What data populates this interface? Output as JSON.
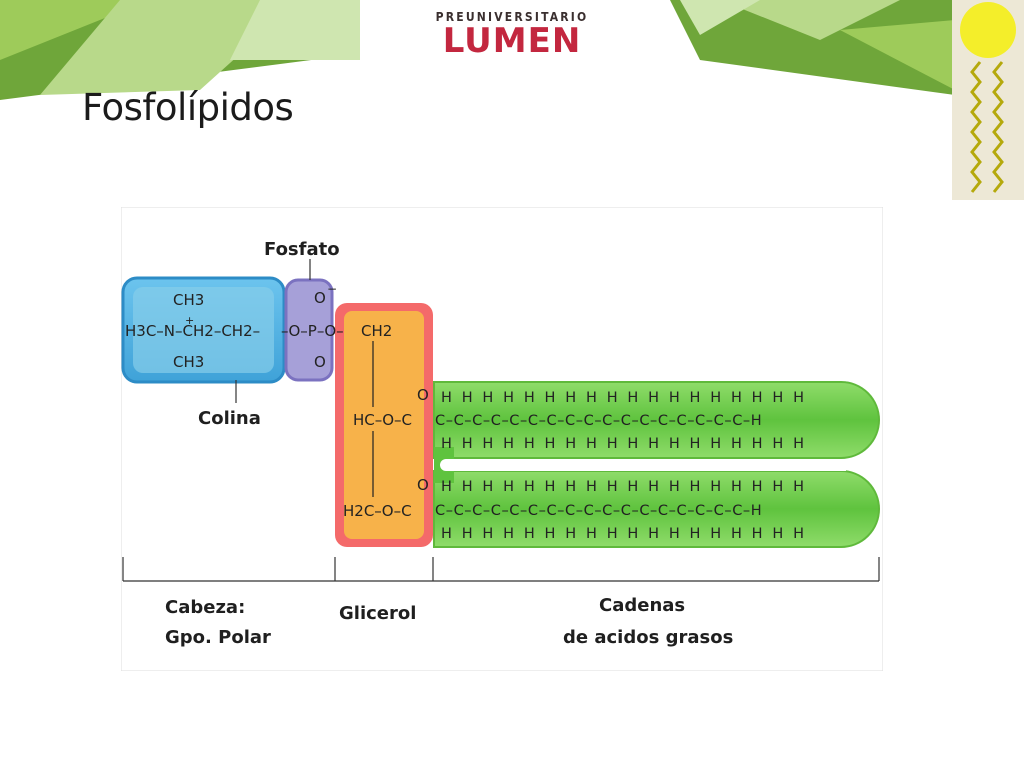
{
  "logo": {
    "top_text": "PREUNIVERSITARIO",
    "main_text": "LUMEN"
  },
  "slide": {
    "title": "Fosfolípidos"
  },
  "diagram": {
    "labels": {
      "fosfato": "Fosfato",
      "colina": "Colina",
      "cabeza_1": "Cabeza:",
      "cabeza_2": "Gpo. Polar",
      "glicerol": "Glicerol",
      "cadenas_1": "Cadenas",
      "cadenas_2": "de acidos grasos"
    },
    "choline": {
      "top_ch3": "CH3",
      "chain": "H3C–N–CH2–CH2–",
      "bottom_ch3": "CH3",
      "charge": "+"
    },
    "phosphate": {
      "top_o": "O",
      "middle": "–O–P–O–",
      "bottom_o": "O",
      "charge": "−"
    },
    "glycerol": {
      "top": "CH2",
      "middle": "HC–O–C",
      "bottom": "H2C–O–C",
      "carbonyl_o": "O"
    },
    "fatty_acids": {
      "h_row": "H H H H H H H H H H H H H H H H H H",
      "c_row": "C–C–C–C–C–C–C–C–C–C–C–C–C–C–C–C–C–H"
    }
  }
}
